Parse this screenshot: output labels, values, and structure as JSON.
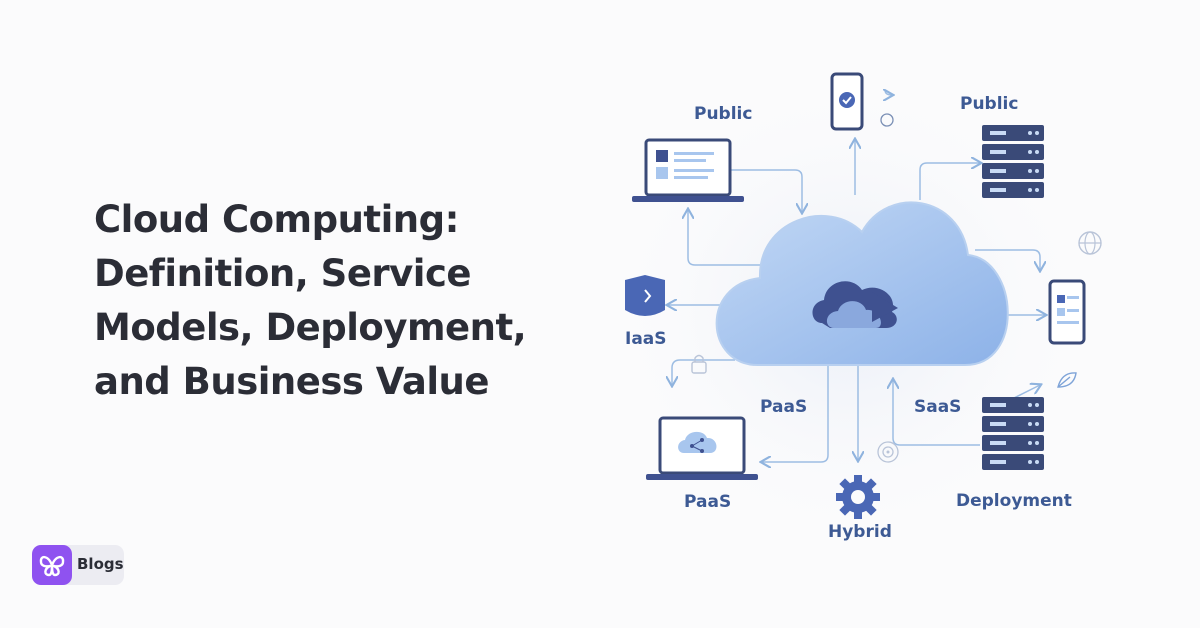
{
  "title": {
    "lines": [
      "Cloud Computing:",
      "Definition, Service",
      "Models, Deployment,",
      "and Business Value"
    ]
  },
  "badge": {
    "label": "Blogs",
    "icon": "butterfly-icon"
  },
  "diagram": {
    "labels": {
      "public_left": "Public",
      "public_right": "Public",
      "iaas": "IaaS",
      "paas_mid": "PaaS",
      "saas": "SaaS",
      "paas_bottom": "PaaS",
      "hybrid": "Hybrid",
      "deployment": "Deployment"
    }
  },
  "colors": {
    "title": "#2b2d36",
    "label": "#3d5a94",
    "device": "#3a4a78",
    "cloud": "#a8c6ee",
    "accent_purple": "#8f52f0"
  }
}
